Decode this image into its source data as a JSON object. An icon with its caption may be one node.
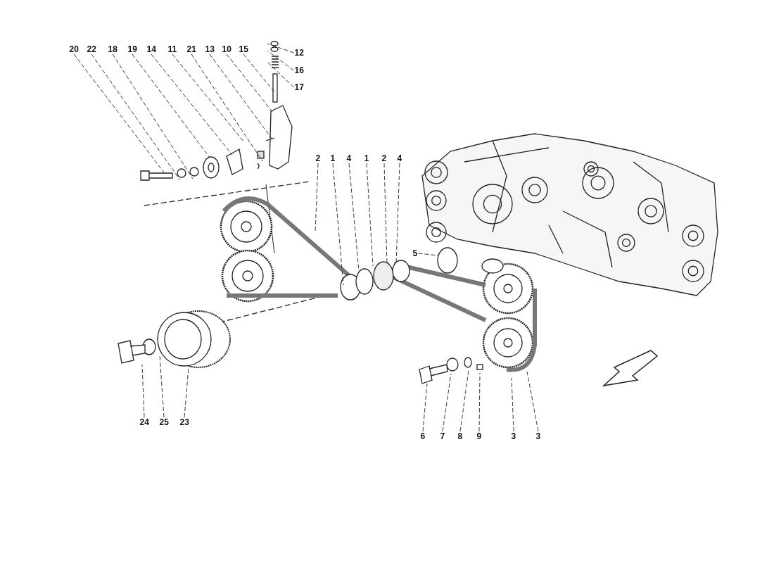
{
  "diagram": {
    "nodes": [
      {
        "text": [
          "20"
        ]
      },
      {
        "text": [
          "22"
        ]
      },
      {
        "text": [
          "18"
        ]
      },
      {
        "text": [
          "19"
        ]
      },
      {
        "text": [
          "14"
        ]
      },
      {
        "text": [
          "11"
        ]
      },
      {
        "text": [
          "21"
        ]
      },
      {
        "text": [
          "13"
        ]
      },
      {
        "text": [
          "10"
        ]
      },
      {
        "text": [
          "15"
        ]
      },
      {
        "text": [
          "12"
        ]
      },
      {
        "text": [
          "16"
        ]
      },
      {
        "text": [
          "17"
        ]
      },
      {
        "text": [
          "2"
        ]
      },
      {
        "text": [
          "1"
        ]
      },
      {
        "text": [
          "4"
        ]
      },
      {
        "text": [
          "1"
        ]
      },
      {
        "text": [
          "2"
        ]
      },
      {
        "text": [
          "4"
        ]
      },
      {
        "text": [
          "5"
        ]
      },
      {
        "text": [
          "24"
        ]
      },
      {
        "text": [
          "25"
        ]
      },
      {
        "text": [
          "23"
        ]
      },
      {
        "text": [
          "6"
        ]
      },
      {
        "text": [
          "7"
        ]
      },
      {
        "text": [
          "8"
        ]
      },
      {
        "text": [
          "9"
        ]
      },
      {
        "text": [
          "3"
        ]
      },
      {
        "text": [
          "3"
        ]
      }
    ],
    "edges": [
      {
        "from": 0,
        "to": null,
        "arrow": "none",
        "style": "dashed"
      },
      {
        "from": 1,
        "to": null,
        "arrow": "none",
        "style": "dashed"
      },
      {
        "from": 2,
        "to": null,
        "arrow": "none",
        "style": "dashed"
      },
      {
        "from": 3,
        "to": null,
        "arrow": "none",
        "style": "dashed"
      },
      {
        "from": 4,
        "to": null,
        "arrow": "none",
        "style": "dashed"
      },
      {
        "from": 5,
        "to": null,
        "arrow": "none",
        "style": "dashed"
      },
      {
        "from": 6,
        "to": null,
        "arrow": "none",
        "style": "dashed"
      },
      {
        "from": 7,
        "to": null,
        "arrow": "none",
        "style": "dashed"
      },
      {
        "from": 8,
        "to": null,
        "arrow": "none",
        "style": "dashed"
      },
      {
        "from": 9,
        "to": null,
        "arrow": "none",
        "style": "dashed"
      },
      {
        "from": 10,
        "to": null,
        "arrow": "none",
        "style": "dashed"
      },
      {
        "from": 11,
        "to": null,
        "arrow": "none",
        "style": "dashed"
      },
      {
        "from": 12,
        "to": null,
        "arrow": "none",
        "style": "dashed"
      },
      {
        "from": 13,
        "to": null,
        "arrow": "none",
        "style": "dashed"
      },
      {
        "from": 14,
        "to": null,
        "arrow": "none",
        "style": "dashed"
      },
      {
        "from": 15,
        "to": null,
        "arrow": "none",
        "style": "dashed"
      },
      {
        "from": 16,
        "to": null,
        "arrow": "none",
        "style": "dashed"
      },
      {
        "from": 17,
        "to": null,
        "arrow": "none",
        "style": "dashed"
      },
      {
        "from": 18,
        "to": null,
        "arrow": "none",
        "style": "dashed"
      },
      {
        "from": 19,
        "to": null,
        "arrow": "none",
        "style": "dashed"
      },
      {
        "from": 20,
        "to": null,
        "arrow": "none",
        "style": "dashed"
      },
      {
        "from": 21,
        "to": null,
        "arrow": "none",
        "style": "dashed"
      },
      {
        "from": 22,
        "to": null,
        "arrow": "none",
        "style": "dashed"
      },
      {
        "from": 23,
        "to": null,
        "arrow": "none",
        "style": "dashed"
      },
      {
        "from": 24,
        "to": null,
        "arrow": "none",
        "style": "dashed"
      },
      {
        "from": 25,
        "to": null,
        "arrow": "none",
        "style": "dashed"
      },
      {
        "from": 26,
        "to": null,
        "arrow": "none",
        "style": "dashed"
      },
      {
        "from": 27,
        "to": null,
        "arrow": "none",
        "style": "dashed"
      },
      {
        "from": 28,
        "to": null,
        "arrow": "none",
        "style": "dashed"
      }
    ]
  }
}
